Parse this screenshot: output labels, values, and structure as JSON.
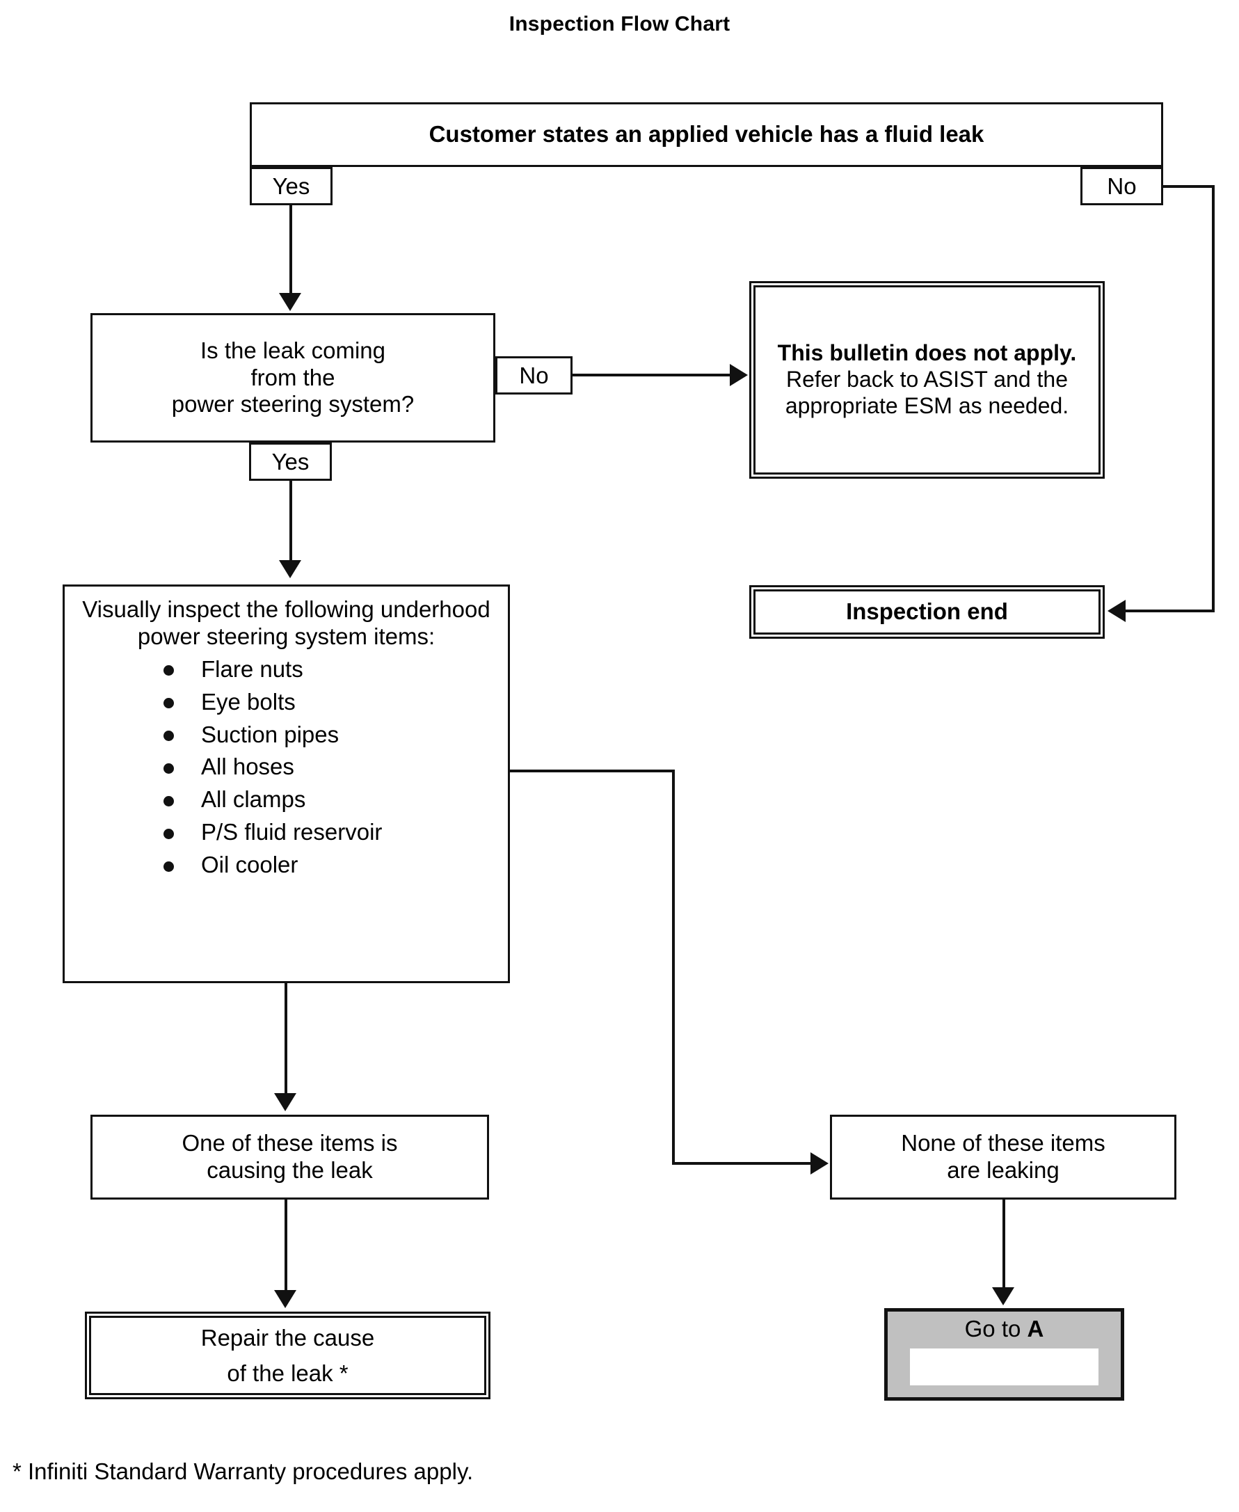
{
  "title": "Inspection Flow Chart",
  "colors": {
    "line": "#111111",
    "box_fill": "#ffffff",
    "goto_fill": "#c0c0c0",
    "text": "#000000"
  },
  "nodes": {
    "start": "Customer states an applied vehicle has a fluid leak",
    "question": "Is the leak coming\nfrom the\npower steering system?",
    "question_line1": "Is the leak coming",
    "question_line2": "from the",
    "question_line3": "power steering system?",
    "bulletin_bold": "This bulletin does not apply.",
    "bulletin_rest": " Refer back to ASIST and the appropriate ESM as needed.",
    "inspection_end": "Inspection end",
    "inspect_lead": "Visually inspect the following underhood power steering system items:",
    "inspect_items": [
      "Flare nuts",
      "Eye bolts",
      "Suction pipes",
      "All hoses",
      "All clamps",
      "P/S fluid reservoir",
      "Oil cooler"
    ],
    "one_of_line1": "One of these items is",
    "one_of_line2": "causing the leak",
    "none_of_line1": "None of these items",
    "none_of_line2": "are leaking",
    "repair_line1": "Repair the cause",
    "repair_line2": "of the leak *",
    "goto_prefix": "Go to ",
    "goto_target": "A"
  },
  "edge_labels": {
    "start_yes": "Yes",
    "start_no": "No",
    "question_no": "No",
    "question_yes": "Yes"
  },
  "footnote": "* Infiniti Standard Warranty procedures apply.",
  "chart_data": {
    "type": "diagram",
    "diagram_kind": "flowchart",
    "title": "Inspection Flow Chart",
    "nodes": [
      {
        "id": "start",
        "label": "Customer states an applied vehicle has a fluid leak",
        "shape": "process",
        "emphasis": "bold"
      },
      {
        "id": "question",
        "label": "Is the leak coming from the power steering system?",
        "shape": "decision-box"
      },
      {
        "id": "bulletin",
        "label": "This bulletin does not apply. Refer back to ASIST and the appropriate ESM as needed.",
        "shape": "double-border"
      },
      {
        "id": "inspection_end",
        "label": "Inspection end",
        "shape": "double-border",
        "emphasis": "bold"
      },
      {
        "id": "inspect",
        "label": "Visually inspect the following underhood power steering system items: Flare nuts; Eye bolts; Suction pipes; All hoses; All clamps; P/S fluid reservoir; Oil cooler",
        "shape": "process"
      },
      {
        "id": "one_of",
        "label": "One of these items is causing the leak",
        "shape": "process"
      },
      {
        "id": "none_of",
        "label": "None of these items are leaking",
        "shape": "process"
      },
      {
        "id": "repair",
        "label": "Repair the cause of the leak *",
        "shape": "double-border"
      },
      {
        "id": "goto_a",
        "label": "Go to A",
        "shape": "process",
        "fill": "#c0c0c0"
      }
    ],
    "edges": [
      {
        "from": "start",
        "to": "question",
        "label": "Yes"
      },
      {
        "from": "start",
        "to": "inspection_end",
        "label": "No"
      },
      {
        "from": "question",
        "to": "bulletin",
        "label": "No"
      },
      {
        "from": "question",
        "to": "inspect",
        "label": "Yes"
      },
      {
        "from": "inspect",
        "to": "one_of",
        "label": ""
      },
      {
        "from": "inspect",
        "to": "none_of",
        "label": ""
      },
      {
        "from": "one_of",
        "to": "repair",
        "label": ""
      },
      {
        "from": "none_of",
        "to": "goto_a",
        "label": ""
      }
    ],
    "footnote": "* Infiniti Standard Warranty procedures apply."
  }
}
